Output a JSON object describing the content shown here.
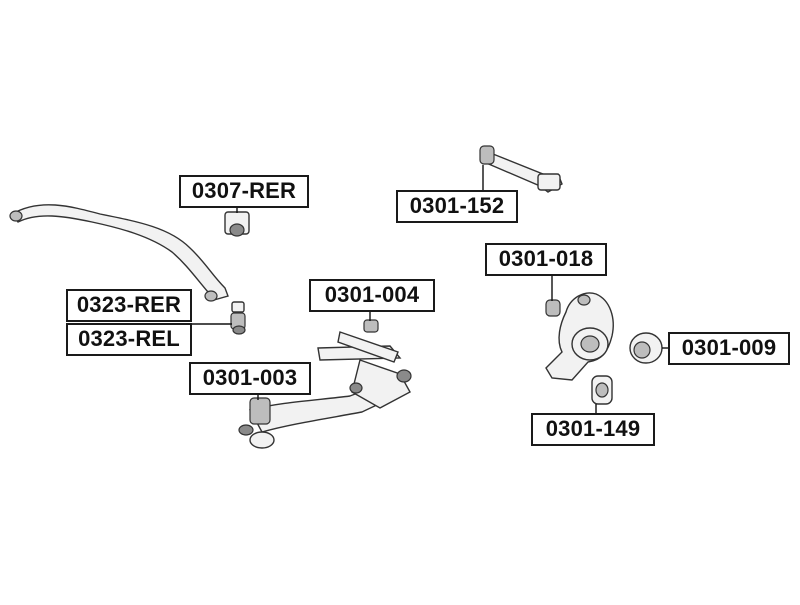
{
  "parts": [
    {
      "id": "p0307rer",
      "code": "0307-RER"
    },
    {
      "id": "p0301152",
      "code": "0301-152"
    },
    {
      "id": "p0301018",
      "code": "0301-018"
    },
    {
      "id": "p0323rer",
      "code": "0323-RER"
    },
    {
      "id": "p0323rel",
      "code": "0323-REL"
    },
    {
      "id": "p0301004",
      "code": "0301-004"
    },
    {
      "id": "p0301003",
      "code": "0301-003"
    },
    {
      "id": "p0301009",
      "code": "0301-009"
    },
    {
      "id": "p0301149",
      "code": "0301-149"
    }
  ]
}
